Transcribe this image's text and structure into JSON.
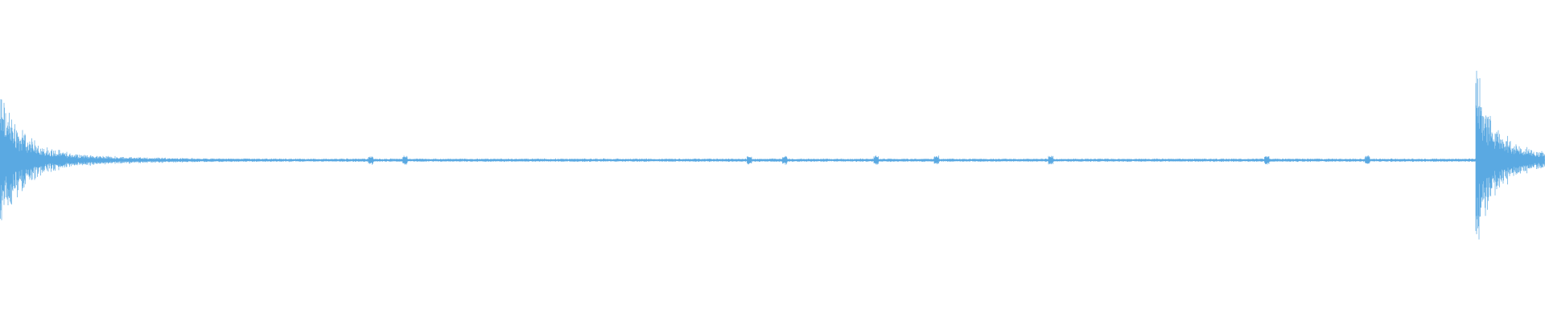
{
  "waveform": {
    "color": "#5aa9e2",
    "baseline_level": 0.0,
    "events": [
      {
        "name": "onset-left",
        "peak_amplitude": 0.72,
        "position_fraction": 0.0,
        "decay": "fast"
      },
      {
        "name": "onset-right",
        "peak_amplitude": 0.98,
        "position_fraction": 0.955,
        "decay": "fast"
      }
    ],
    "minor_blips": [
      0.24,
      0.262,
      0.485,
      0.508,
      0.567,
      0.606,
      0.68,
      0.82,
      0.885
    ]
  }
}
